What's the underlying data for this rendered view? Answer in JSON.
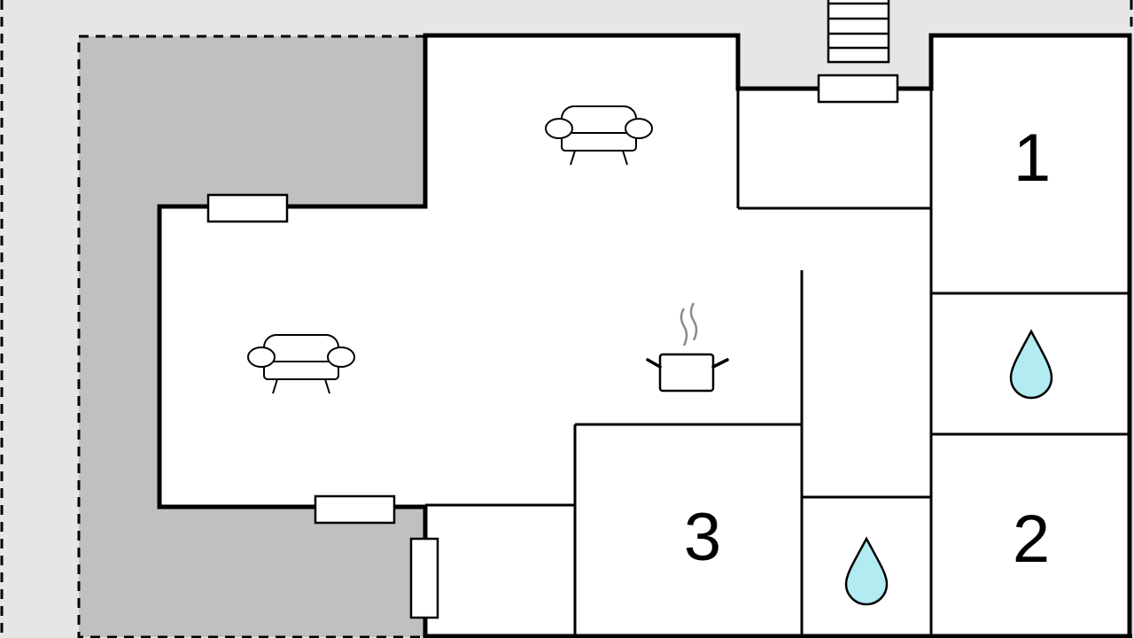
{
  "floor_plan": {
    "rooms": [
      {
        "label": "1",
        "type": "bedroom"
      },
      {
        "label": "2",
        "type": "bedroom"
      },
      {
        "label": "3",
        "type": "bedroom"
      }
    ],
    "icons": [
      {
        "name": "sofa-icon",
        "room": "living-room-upper"
      },
      {
        "name": "sofa-icon",
        "room": "living-room-lower"
      },
      {
        "name": "cooking-pot-icon",
        "room": "kitchen"
      },
      {
        "name": "water-drop-icon",
        "room": "bathroom-upper"
      },
      {
        "name": "water-drop-icon",
        "room": "bathroom-lower"
      },
      {
        "name": "stairs-icon",
        "room": "entrance"
      }
    ],
    "colors": {
      "background": "#e6e6e6",
      "terrace": "#c0c0c0",
      "floor": "#ffffff",
      "wall": "#000000",
      "water": "#b2ebf2",
      "steam": "#8a8a8a"
    }
  }
}
